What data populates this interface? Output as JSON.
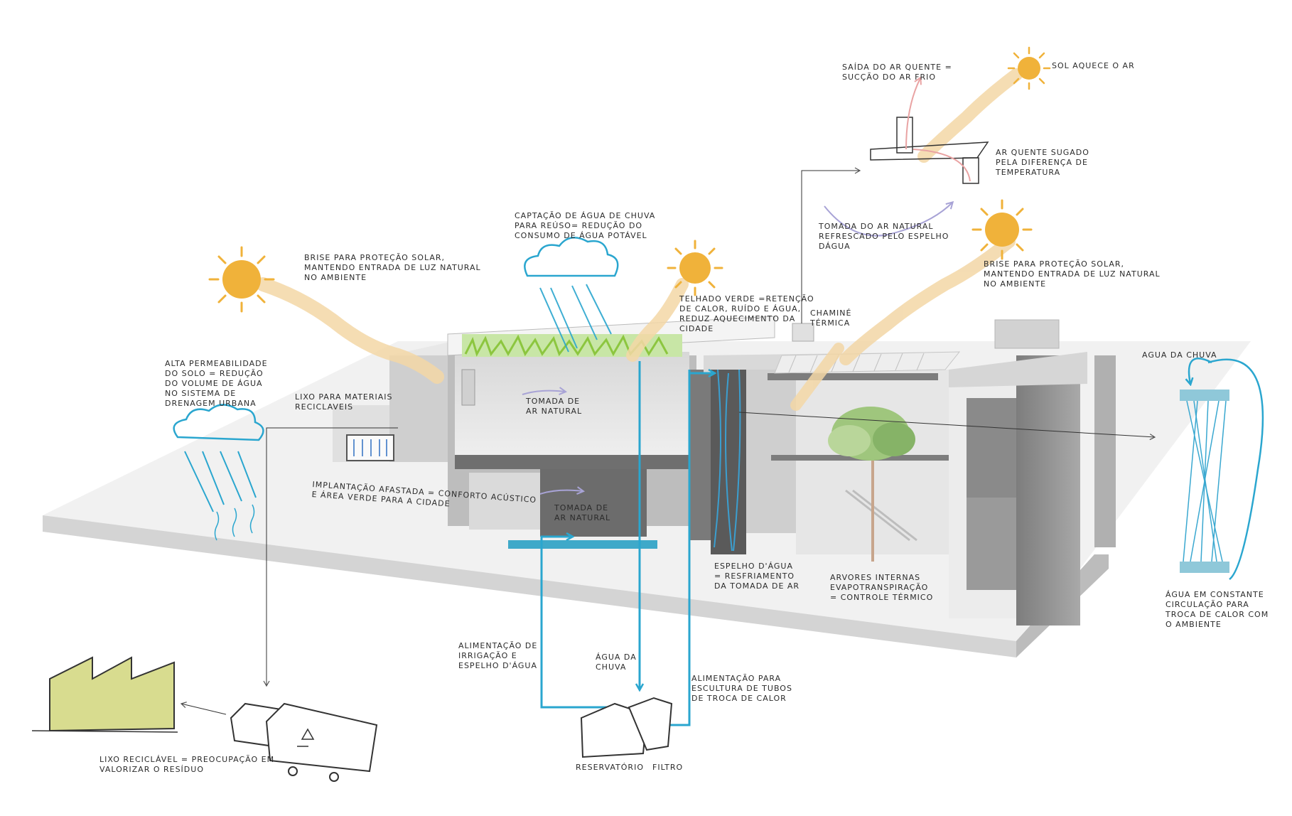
{
  "colors": {
    "sun": "#f0b23a",
    "sun_ray": "#f3d7a6",
    "water": "#2aa6cf",
    "green": "#a8d46b",
    "factory": "#d8dc8f",
    "building_dark": "#8e8e8e",
    "building_light": "#e5e5e5",
    "warm_air": "#e9a3a3",
    "cool_air": "#a8a3d6"
  },
  "icons": [
    "sun-icon",
    "cloud-icon",
    "rain-icon",
    "factory-icon",
    "truck-icon",
    "recycle-icon",
    "tree-icon",
    "tank-icon",
    "heat-exchange-tube-icon"
  ],
  "labels": {
    "brise_left": [
      "BRISE PARA PROTEÇÃO SOLAR,",
      "MANTENDO ENTRADA DE LUZ NATURAL",
      "NO AMBIENTE"
    ],
    "captacao": [
      "CAPTAÇÃO DE ÁGUA DE CHUVA",
      "PARA REÚSO= REDUÇÃO DO",
      "CONSUMO DE ÁGUA POTÁVEL"
    ],
    "telhado": [
      "TELHADO VERDE =RETENÇÃO",
      "DE CALOR, RUÍDO E ÁGUA,",
      "REDUZ AQUECIMENTO DA",
      "CIDADE"
    ],
    "chamine": [
      "CHAMINÉ",
      "TÉRMICA"
    ],
    "saida_ar": [
      "SAÍDA DO AR QUENTE =",
      "SUCÇÃO DO AR FRIO"
    ],
    "sol_aquece": [
      "SOL AQUECE O AR"
    ],
    "ar_quente": [
      "AR QUENTE SUGADO",
      "PELA DIFERENÇA DE",
      "TEMPERATURA"
    ],
    "tomada_ar_natural": [
      "TOMADA DO AR NATURAL",
      "REFRESCADO PELO ESPELHO",
      "DÁGUA"
    ],
    "brise_right": [
      "BRISE PARA PROTEÇÃO SOLAR,",
      "MANTENDO ENTRADA DE LUZ NATURAL",
      "NO AMBIENTE"
    ],
    "agua_chuva_right": [
      "AGUA DA CHUVA"
    ],
    "alta_permeabilidade": [
      "ALTA PERMEABILIDADE",
      "DO SOLO = REDUÇÃO",
      "DO VOLUME DE ÁGUA",
      "NO SISTEMA DE",
      "DRENAGEM URBANA"
    ],
    "lixo_materiais": [
      "LIXO PARA MATERIAIS",
      "RECICLAVEIS"
    ],
    "tomada_upper": [
      "TOMADA DE",
      "AR NATURAL"
    ],
    "tomada_lower": [
      "TOMADA DE",
      "AR NATURAL"
    ],
    "implantacao": [
      "IMPLANTAÇÃO AFASTADA = CONFORTO ACÚSTICO",
      "E ÁREA VERDE PARA A CIDADE"
    ],
    "espelho": [
      "ESPELHO D'ÁGUA",
      "= RESFRIAMENTO",
      "DA TOMADA DE AR"
    ],
    "arvores": [
      "ARVORES INTERNAS",
      "EVAPOTRANSPIRAÇÃO",
      "= CONTROLE TÉRMICO"
    ],
    "agua_constante": [
      "ÁGUA EM CONSTANTE",
      "CIRCULAÇÃO PARA",
      "TROCA DE CALOR COM",
      "O AMBIENTE"
    ],
    "alimentacao_irrigacao": [
      "ALIMENTAÇÃO DE",
      "IRRIGAÇÃO E",
      "ESPELHO D'ÁGUA"
    ],
    "agua_chuva_center": [
      "ÁGUA DA",
      "CHUVA"
    ],
    "alimentacao_escultura": [
      "ALIMENTAÇÃO PARA",
      "ESCULTURA DE TUBOS",
      "DE TROCA DE CALOR"
    ],
    "lixo_reciclavel": [
      "LIXO RECICLÁVEL = PREOCUPAÇÃO EM",
      "VALORIZAR O RESÍDUO"
    ],
    "reservatorio": [
      "RESERVATÓRIO"
    ],
    "filtro": [
      "FILTRO"
    ]
  }
}
